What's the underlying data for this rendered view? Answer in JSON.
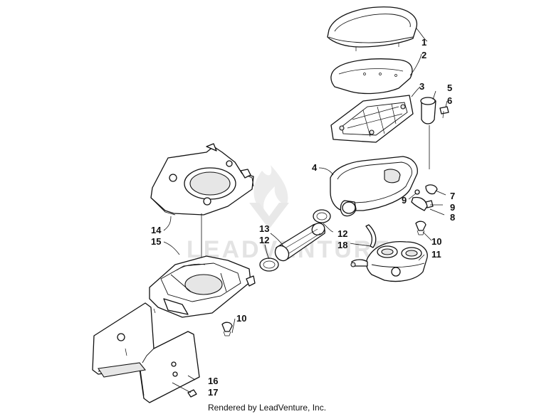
{
  "diagram": {
    "callouts": {
      "c1": "1",
      "c2": "2",
      "c3": "3",
      "c4": "4",
      "c5": "5",
      "c6": "6",
      "c7": "7",
      "c8": "8",
      "c9a": "9",
      "c9b": "9",
      "c10a": "10",
      "c10b": "10",
      "c11": "11",
      "c12a": "12",
      "c12b": "12",
      "c13": "13",
      "c14": "14",
      "c15": "15",
      "c16": "16",
      "c17": "17",
      "c18": "18"
    },
    "watermark": "LEADVENTURE"
  },
  "footer": {
    "credit": "Rendered by LeadVenture, Inc."
  }
}
